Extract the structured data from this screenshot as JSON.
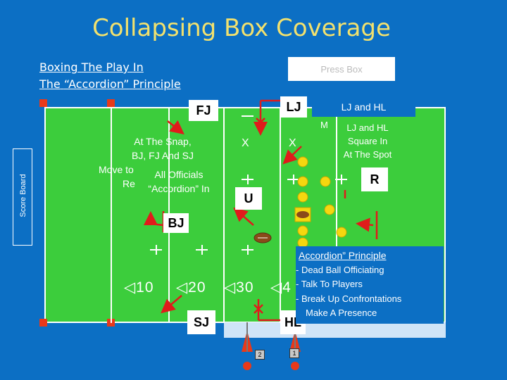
{
  "title": "Collapsing Box Coverage",
  "subtitle": {
    "line1": [
      "Boxing",
      "The",
      "Play",
      "In"
    ],
    "line2": [
      "The",
      "“Accordion”",
      "Principle"
    ]
  },
  "press_box": "Press Box",
  "score_board": "Score Board",
  "officials": {
    "fj": "FJ",
    "lj": "LJ",
    "u": "U",
    "bj": "BJ",
    "sj": "SJ",
    "hl": "HL",
    "r": "R"
  },
  "callout_lj_hl_top": "LJ and HL",
  "callout_lj_hl_partial": "M",
  "callout_square": [
    "LJ and HL",
    "Square In",
    "At The Spot"
  ],
  "snap_note": [
    "At The Snap,",
    "BJ, FJ And SJ",
    "Move to",
    "Re"
  ],
  "all_officials_note": [
    "All Officials",
    "“Accordion” In"
  ],
  "yard_markers": [
    "10",
    "20",
    "30",
    "4"
  ],
  "x_marks": [
    "X",
    "X"
  ],
  "principle": {
    "heading": "Accordion” Principle",
    "items": [
      "- Dead Ball Officiating",
      "- Talk To Players",
      "- Break Up Confrontations",
      "Make A Presence"
    ]
  },
  "chain_crew": [
    "2",
    "1"
  ],
  "colors": {
    "background": "#0c6fc4",
    "field": "#3ccd3c",
    "title": "#f2e16e",
    "arrow": "#e01b1b",
    "player": "#f5d70f",
    "pylon": "#e8391a"
  }
}
